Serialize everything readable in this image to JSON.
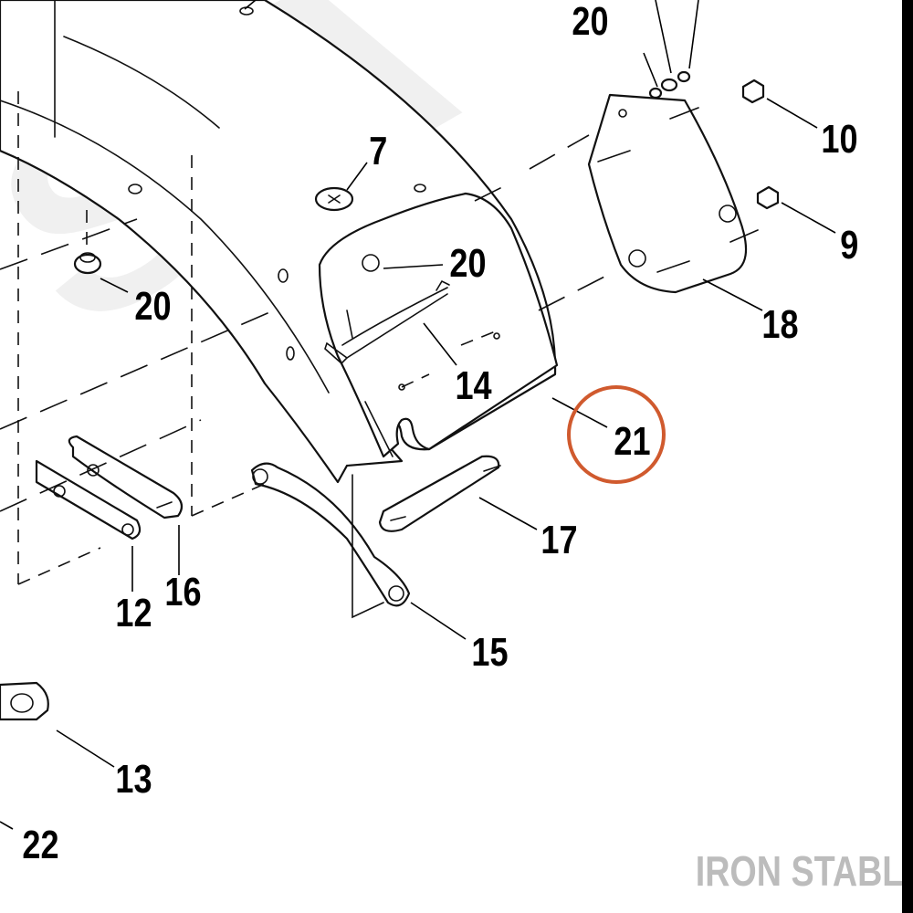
{
  "watermark": {
    "brand": "IRON STABLE",
    "background_text": "SIA"
  },
  "highlight": {
    "part": "21",
    "color": "#d05a2e"
  },
  "callouts": [
    {
      "label": "20"
    },
    {
      "label": "7"
    },
    {
      "label": "20"
    },
    {
      "label": "20"
    },
    {
      "label": "10"
    },
    {
      "label": "9"
    },
    {
      "label": "18"
    },
    {
      "label": "14"
    },
    {
      "label": "21"
    },
    {
      "label": "17"
    },
    {
      "label": "12"
    },
    {
      "label": "16"
    },
    {
      "label": "15"
    },
    {
      "label": "13"
    },
    {
      "label": "22"
    }
  ]
}
